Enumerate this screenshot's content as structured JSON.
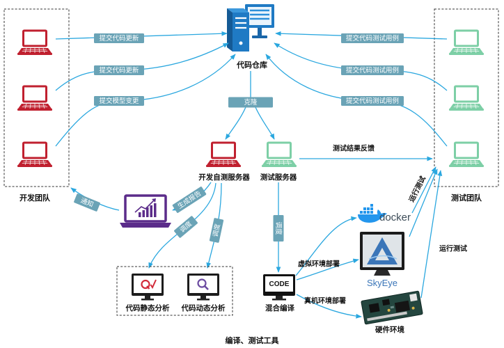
{
  "groups": {
    "dev_team": "开发团队",
    "test_team": "测试团队",
    "tools": "编译、测试工具"
  },
  "nodes": {
    "repo": "代码仓库",
    "dev_server": "开发自测服务器",
    "test_server": "测试服务器",
    "static_analysis": "代码静态分析",
    "dynamic_analysis": "代码动态分析",
    "code_screen": "CODE",
    "mixed_compile": "混合编译",
    "docker": "docker",
    "skyeye": "SkyEye",
    "hardware": "硬件环境"
  },
  "edges": {
    "dev_commit_1": "提交代码更新",
    "dev_commit_2": "提交代码更新",
    "dev_model": "提交模型变更",
    "test_commit_1": "提交代码测试用例",
    "test_commit_2": "提交代码测试用例",
    "test_commit_3": "提交代码测试用例",
    "clone": "克隆",
    "feedback": "测试结果反馈",
    "notify": "通知",
    "report": "生成报告",
    "dispatch_static": "调度",
    "dispatch_dynamic": "调度",
    "dispatch_compile": "调度",
    "virtual_deploy": "虚拟环境部署",
    "real_deploy": "真机环境部署",
    "run_test_virtual": "运行测试",
    "run_test_real": "运行测试"
  },
  "icons": {
    "repo": "server-icon",
    "dev_laptop": "laptop-icon",
    "test_laptop": "laptop-icon",
    "report": "report-laptop-icon",
    "static_analysis": "static-analysis-monitor-icon",
    "dynamic_analysis": "magnifier-monitor-icon",
    "compile": "code-monitor-icon",
    "docker": "docker-whale-icon",
    "skyeye": "skyeye-monitor-icon",
    "hardware": "circuit-board-icon"
  },
  "colors": {
    "arrow": "#2aa7df",
    "tag": "#6aa3b6",
    "dev": "#c0202f",
    "test": "#7dcfa6",
    "report": "#5b2c8a",
    "repo": "#1f7ac4",
    "skyeye": "#3a75b8"
  }
}
